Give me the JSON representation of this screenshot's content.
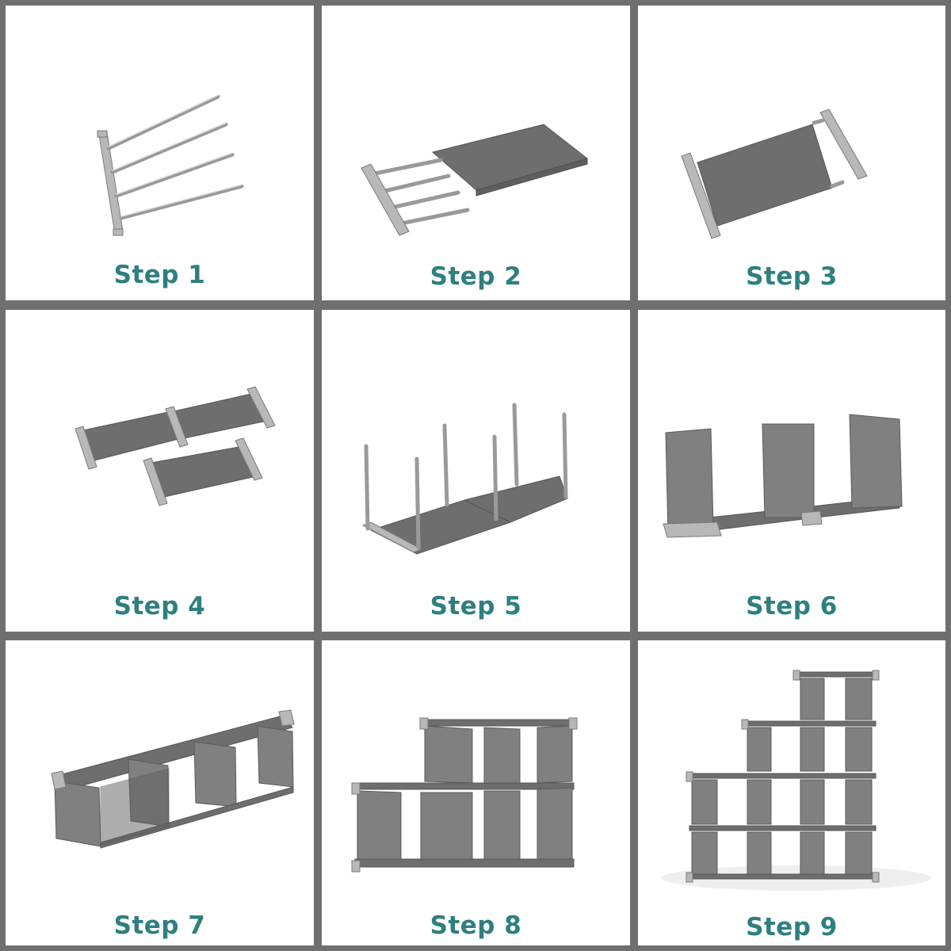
{
  "steps": [
    {
      "label": "Step 1",
      "illustration": "frame-with-rods"
    },
    {
      "label": "Step 2",
      "illustration": "shelf-on-rods"
    },
    {
      "label": "Step 3",
      "illustration": "shelf-with-end-bars"
    },
    {
      "label": "Step 4",
      "illustration": "three-shelves"
    },
    {
      "label": "Step 5",
      "illustration": "base-with-poles"
    },
    {
      "label": "Step 6",
      "illustration": "side-panels"
    },
    {
      "label": "Step 7",
      "illustration": "three-cube-row"
    },
    {
      "label": "Step 8",
      "illustration": "six-cube-unit"
    },
    {
      "label": "Step 9",
      "illustration": "ten-cube-staircase"
    }
  ],
  "colors": {
    "frame_border": "#6f6f6f",
    "panel_bg": "#ffffff",
    "label_text": "#2e7f80",
    "fabric": "#6e6e6e"
  }
}
